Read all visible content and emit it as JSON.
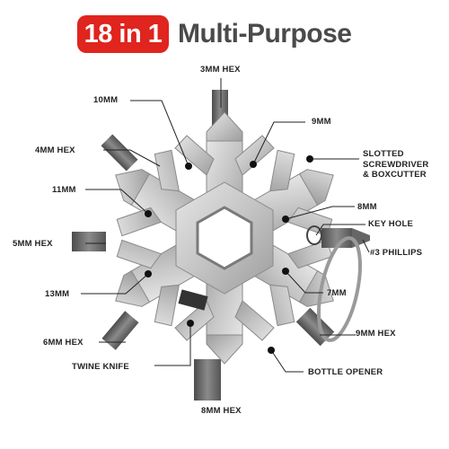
{
  "title": {
    "badge": "18 in 1",
    "text": "Multi-Purpose"
  },
  "labels": {
    "hex3": "3MM HEX",
    "mm10": "10MM",
    "mm9": "9MM",
    "hex4": "4MM HEX",
    "slotted": [
      "SLOTTED",
      "SCREWDRIVER",
      "& BOXCUTTER"
    ],
    "mm11": "11MM",
    "mm8": "8MM",
    "key_hole": "KEY HOLE",
    "hex5": "5MM HEX",
    "phillips": "#3 PHILLIPS",
    "mm13": "13MM",
    "mm7": "7MM",
    "hex6": "6MM HEX",
    "hex9": "9MM HEX",
    "bottle_opener": "BOTTLE OPENER",
    "twine_knife": "TWINE KNIFE",
    "hex8": "8MM HEX"
  },
  "colors": {
    "badge": "#e0241e",
    "headline": "#4a4a4a",
    "steel": "#c9c9c9",
    "bit": "#6b6b6b"
  }
}
